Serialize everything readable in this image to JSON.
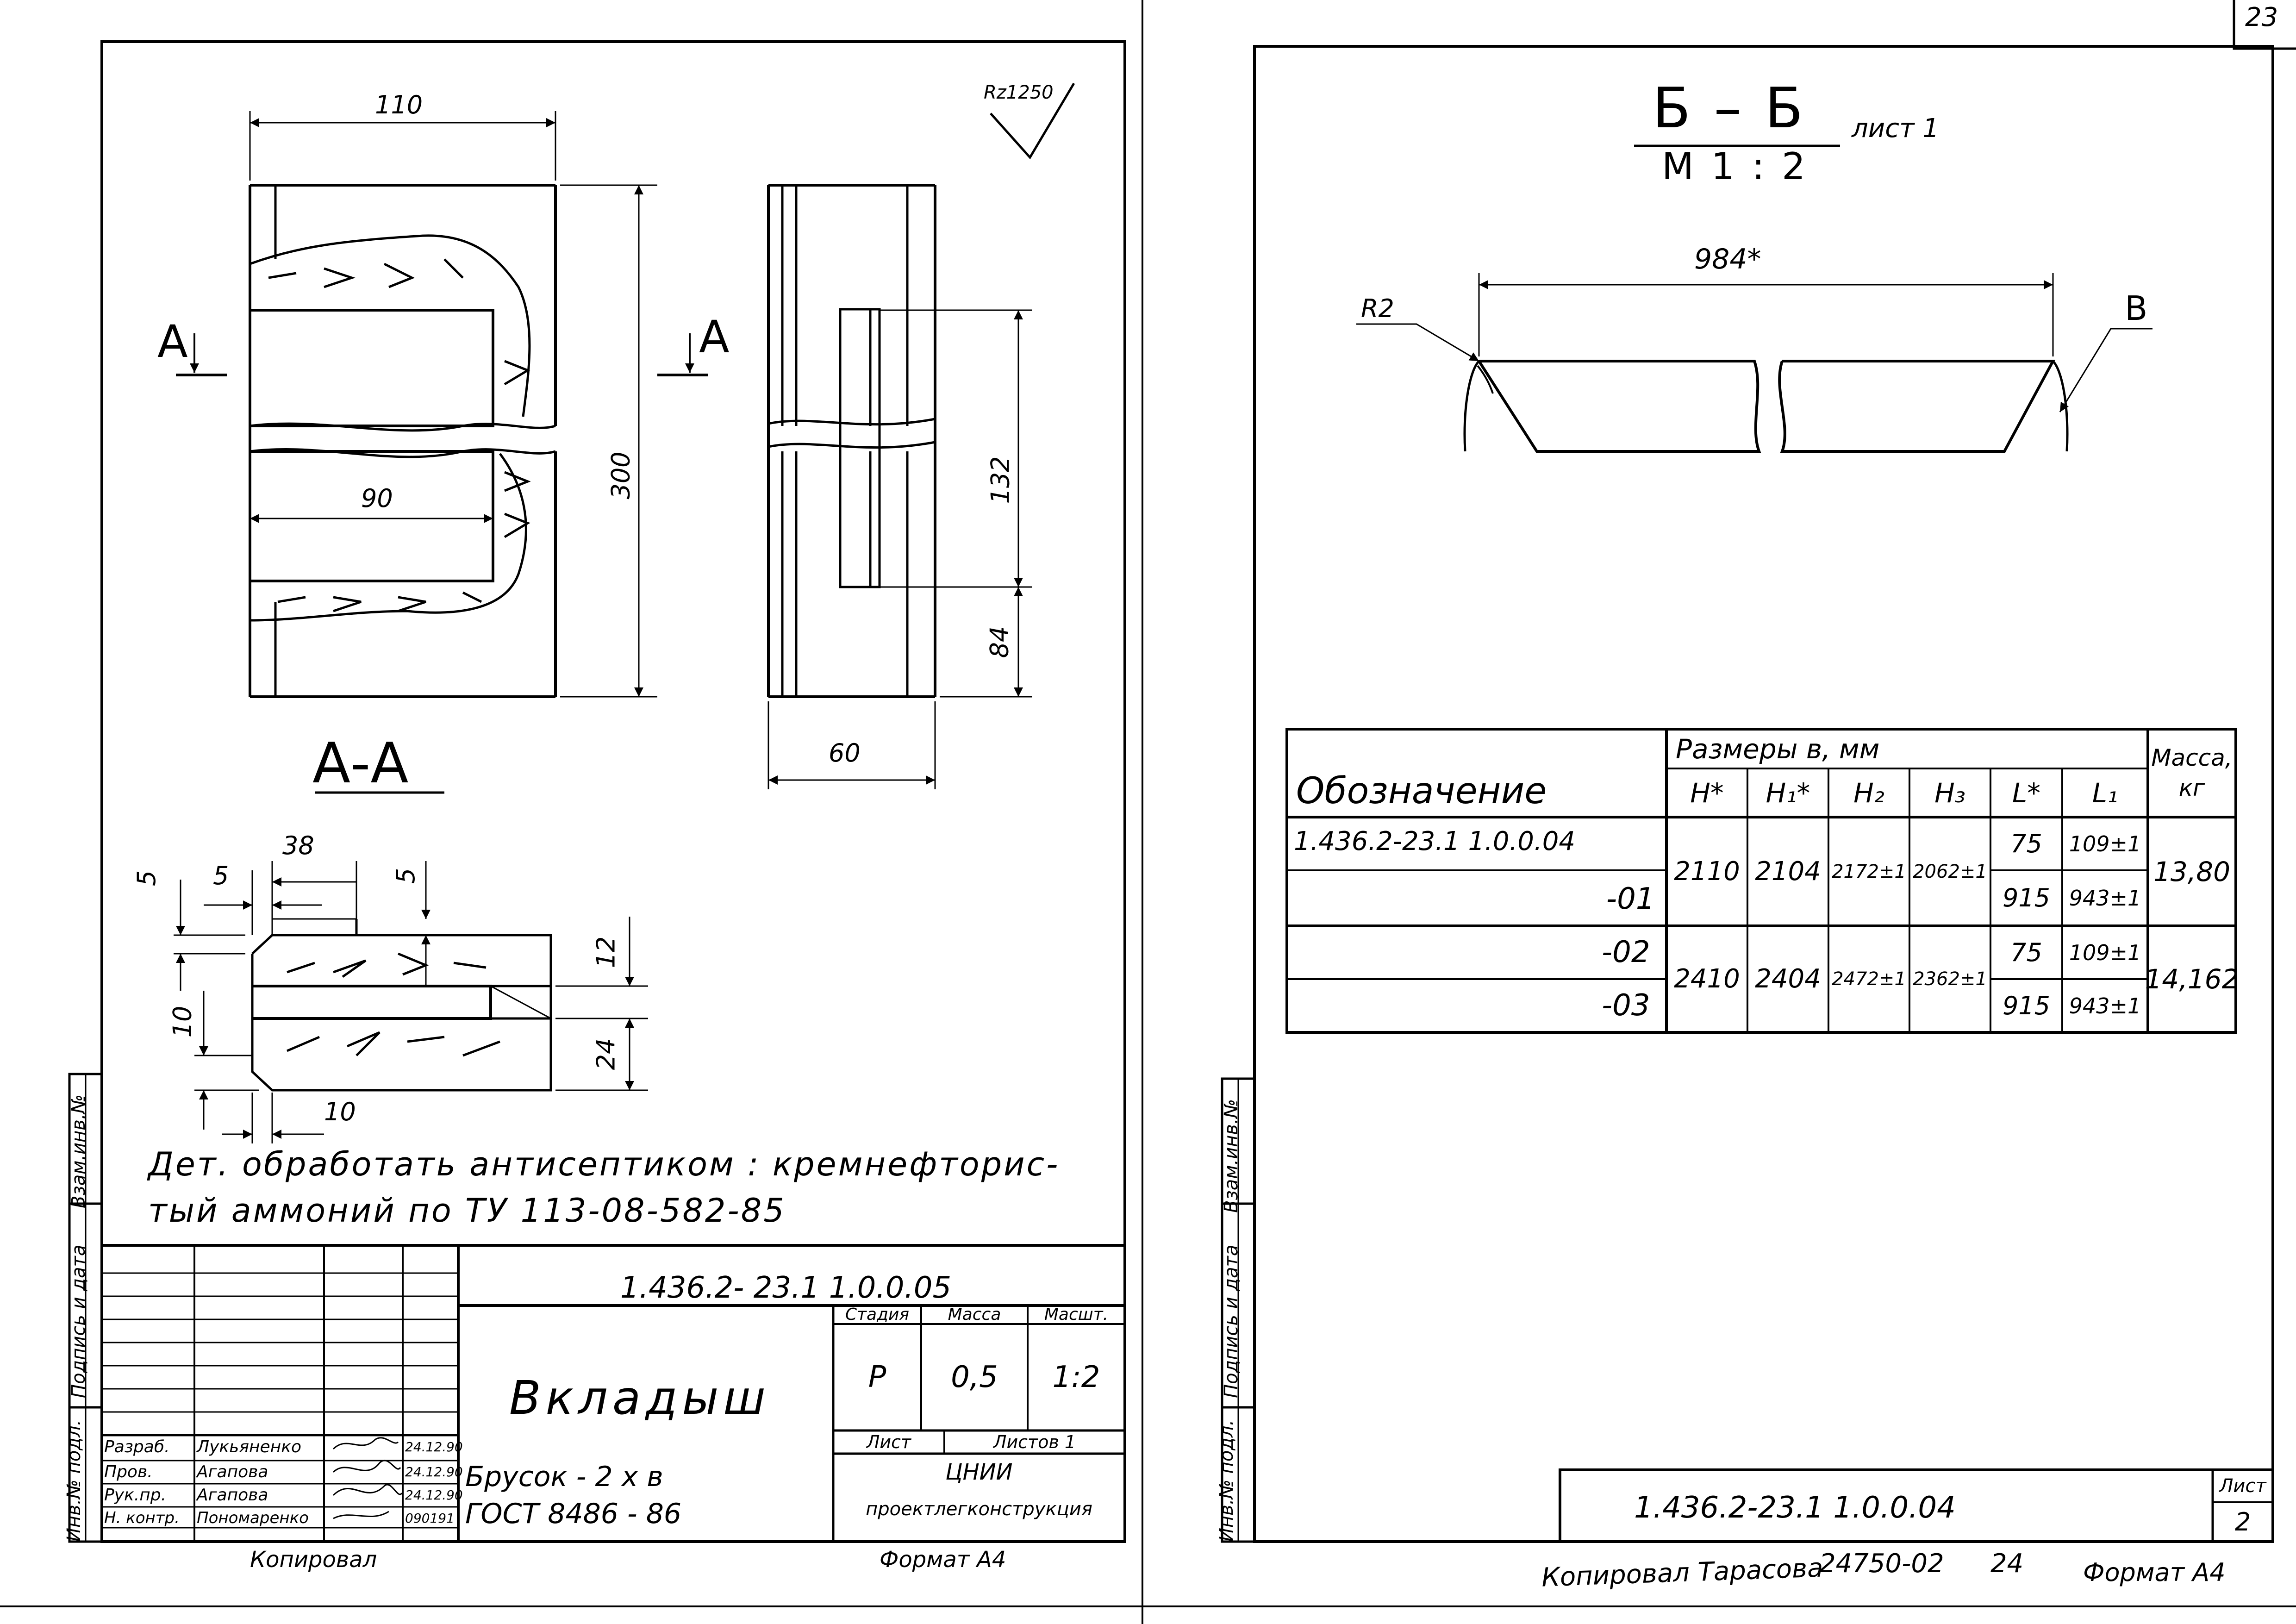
{
  "page_number_top": "23",
  "left_sheet": {
    "rz_mark": "Rz1250",
    "dims": {
      "d110": "110",
      "d300": "300",
      "d90": "90",
      "d132": "132",
      "d84": "84",
      "d60": "60",
      "d38": "38",
      "d5a": "5",
      "d5b": "5",
      "d5c": "5",
      "d12": "12",
      "d10a": "10",
      "d24": "24",
      "d10b": "10"
    },
    "section_mark_left": "A",
    "section_mark_right": "A",
    "section_title": "А-А",
    "note_line1": "Дет.  обработать  антисептиком : кремнефторис-",
    "note_line2": "тый  аммоний  по  ТУ 113-08-582-85",
    "title_block": {
      "designation": "1.436.2- 23.1  1.0.0.05",
      "name": "Вкладыш",
      "material_line1": "Брусок - 2 х в",
      "material_line2": "ГОСТ 8486 - 86",
      "hdr_stage": "Стадия",
      "hdr_mass": "Масса",
      "hdr_scale": "Масшт.",
      "stage": "Р",
      "mass": "0,5",
      "scale": "1:2",
      "sheet_label": "Лист",
      "sheets_label": "Листов  1",
      "org_line1": "ЦНИИ",
      "org_line2": "проектлегконструкция",
      "roles": [
        {
          "role": "Разраб.",
          "name": "Лукьяненко",
          "date": "24.12.90"
        },
        {
          "role": "Пров.",
          "name": "Агапова",
          "date": "24.12.90"
        },
        {
          "role": "Рук.пр.",
          "name": "Агапова",
          "date": "24.12.90"
        },
        {
          "role": "Н. контр.",
          "name": "Пономаренко",
          "date": "090191"
        }
      ]
    },
    "copied_label": "Копировал",
    "format_label": "Формат А4",
    "side_stamp": [
      "Инв.№ подл.",
      "Подпись и дата",
      "Взам.инв.№"
    ]
  },
  "right_sheet": {
    "section_title": "Б – Б",
    "scale_label": "М 1 : 2",
    "sheet_ref": "лист 1",
    "dim_984": "984*",
    "label_r2": "R2",
    "label_b": "В",
    "table": {
      "col_designation": "Обозначение",
      "col_sizes": "Размеры   в,  мм",
      "col_mass": "Масса, кг",
      "sub_headers": [
        "H*",
        "H₁*",
        "H₂",
        "H₃",
        "L*",
        "L₁"
      ],
      "rows": [
        {
          "designation": "1.436.2-23.1  1.0.0.04"
        },
        {
          "designation": "-01"
        },
        {
          "designation": "-02"
        },
        {
          "designation": "-03"
        }
      ],
      "group1": {
        "H": "2110",
        "H1": "2104",
        "H2": "2172±1",
        "H3": "2062±1",
        "mass": "13,80",
        "L": [
          "75",
          "915"
        ],
        "L1": [
          "109±1",
          "943±1"
        ]
      },
      "group2": {
        "H": "2410",
        "H1": "2404",
        "H2": "2472±1",
        "H3": "2362±1",
        "mass": "14,162",
        "L": [
          "75",
          "915"
        ],
        "L1": [
          "109±1",
          "943±1"
        ]
      }
    },
    "designation": "1.436.2-23.1  1.0.0.04",
    "sheet_label": "Лист",
    "sheet_no": "2",
    "copied_label": "Копировал  Тарасова",
    "order_no": "24750-02",
    "order_page": "24",
    "format_label": "Формат А4",
    "side_stamp": [
      "Инв.№ подл.",
      "Подпись и дата",
      "Взам.инв.№"
    ]
  }
}
